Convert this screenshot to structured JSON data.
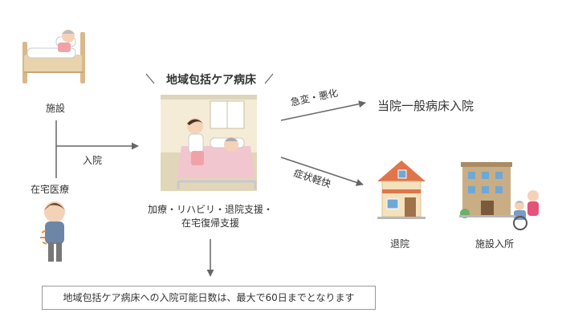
{
  "title": "地域包括ケア病床",
  "sources": {
    "facility": "施設",
    "home_care": "在宅医療",
    "admission_arrow": "入院"
  },
  "ward_services": {
    "line1": "加療・リハビリ・退院支援・",
    "line2": "在宅復帰支援"
  },
  "outcomes": {
    "worsen_arrow": "急変・悪化",
    "general_ward": "当院一般病床入院",
    "improve_arrow": "症状軽快",
    "discharge": "退院",
    "facility_admission": "施設入所"
  },
  "note": "地域包括ケア病床への入院可能日数は、最大で60日までとなります",
  "colors": {
    "arrow": "#666666",
    "room_bg": "#f4ecd6",
    "bed_sheet": "#f2c6cf",
    "house_roof": "#e0744a",
    "house_wall": "#f5e2bc",
    "building_wall": "#c9ad85",
    "window": "#6fa8d6"
  }
}
